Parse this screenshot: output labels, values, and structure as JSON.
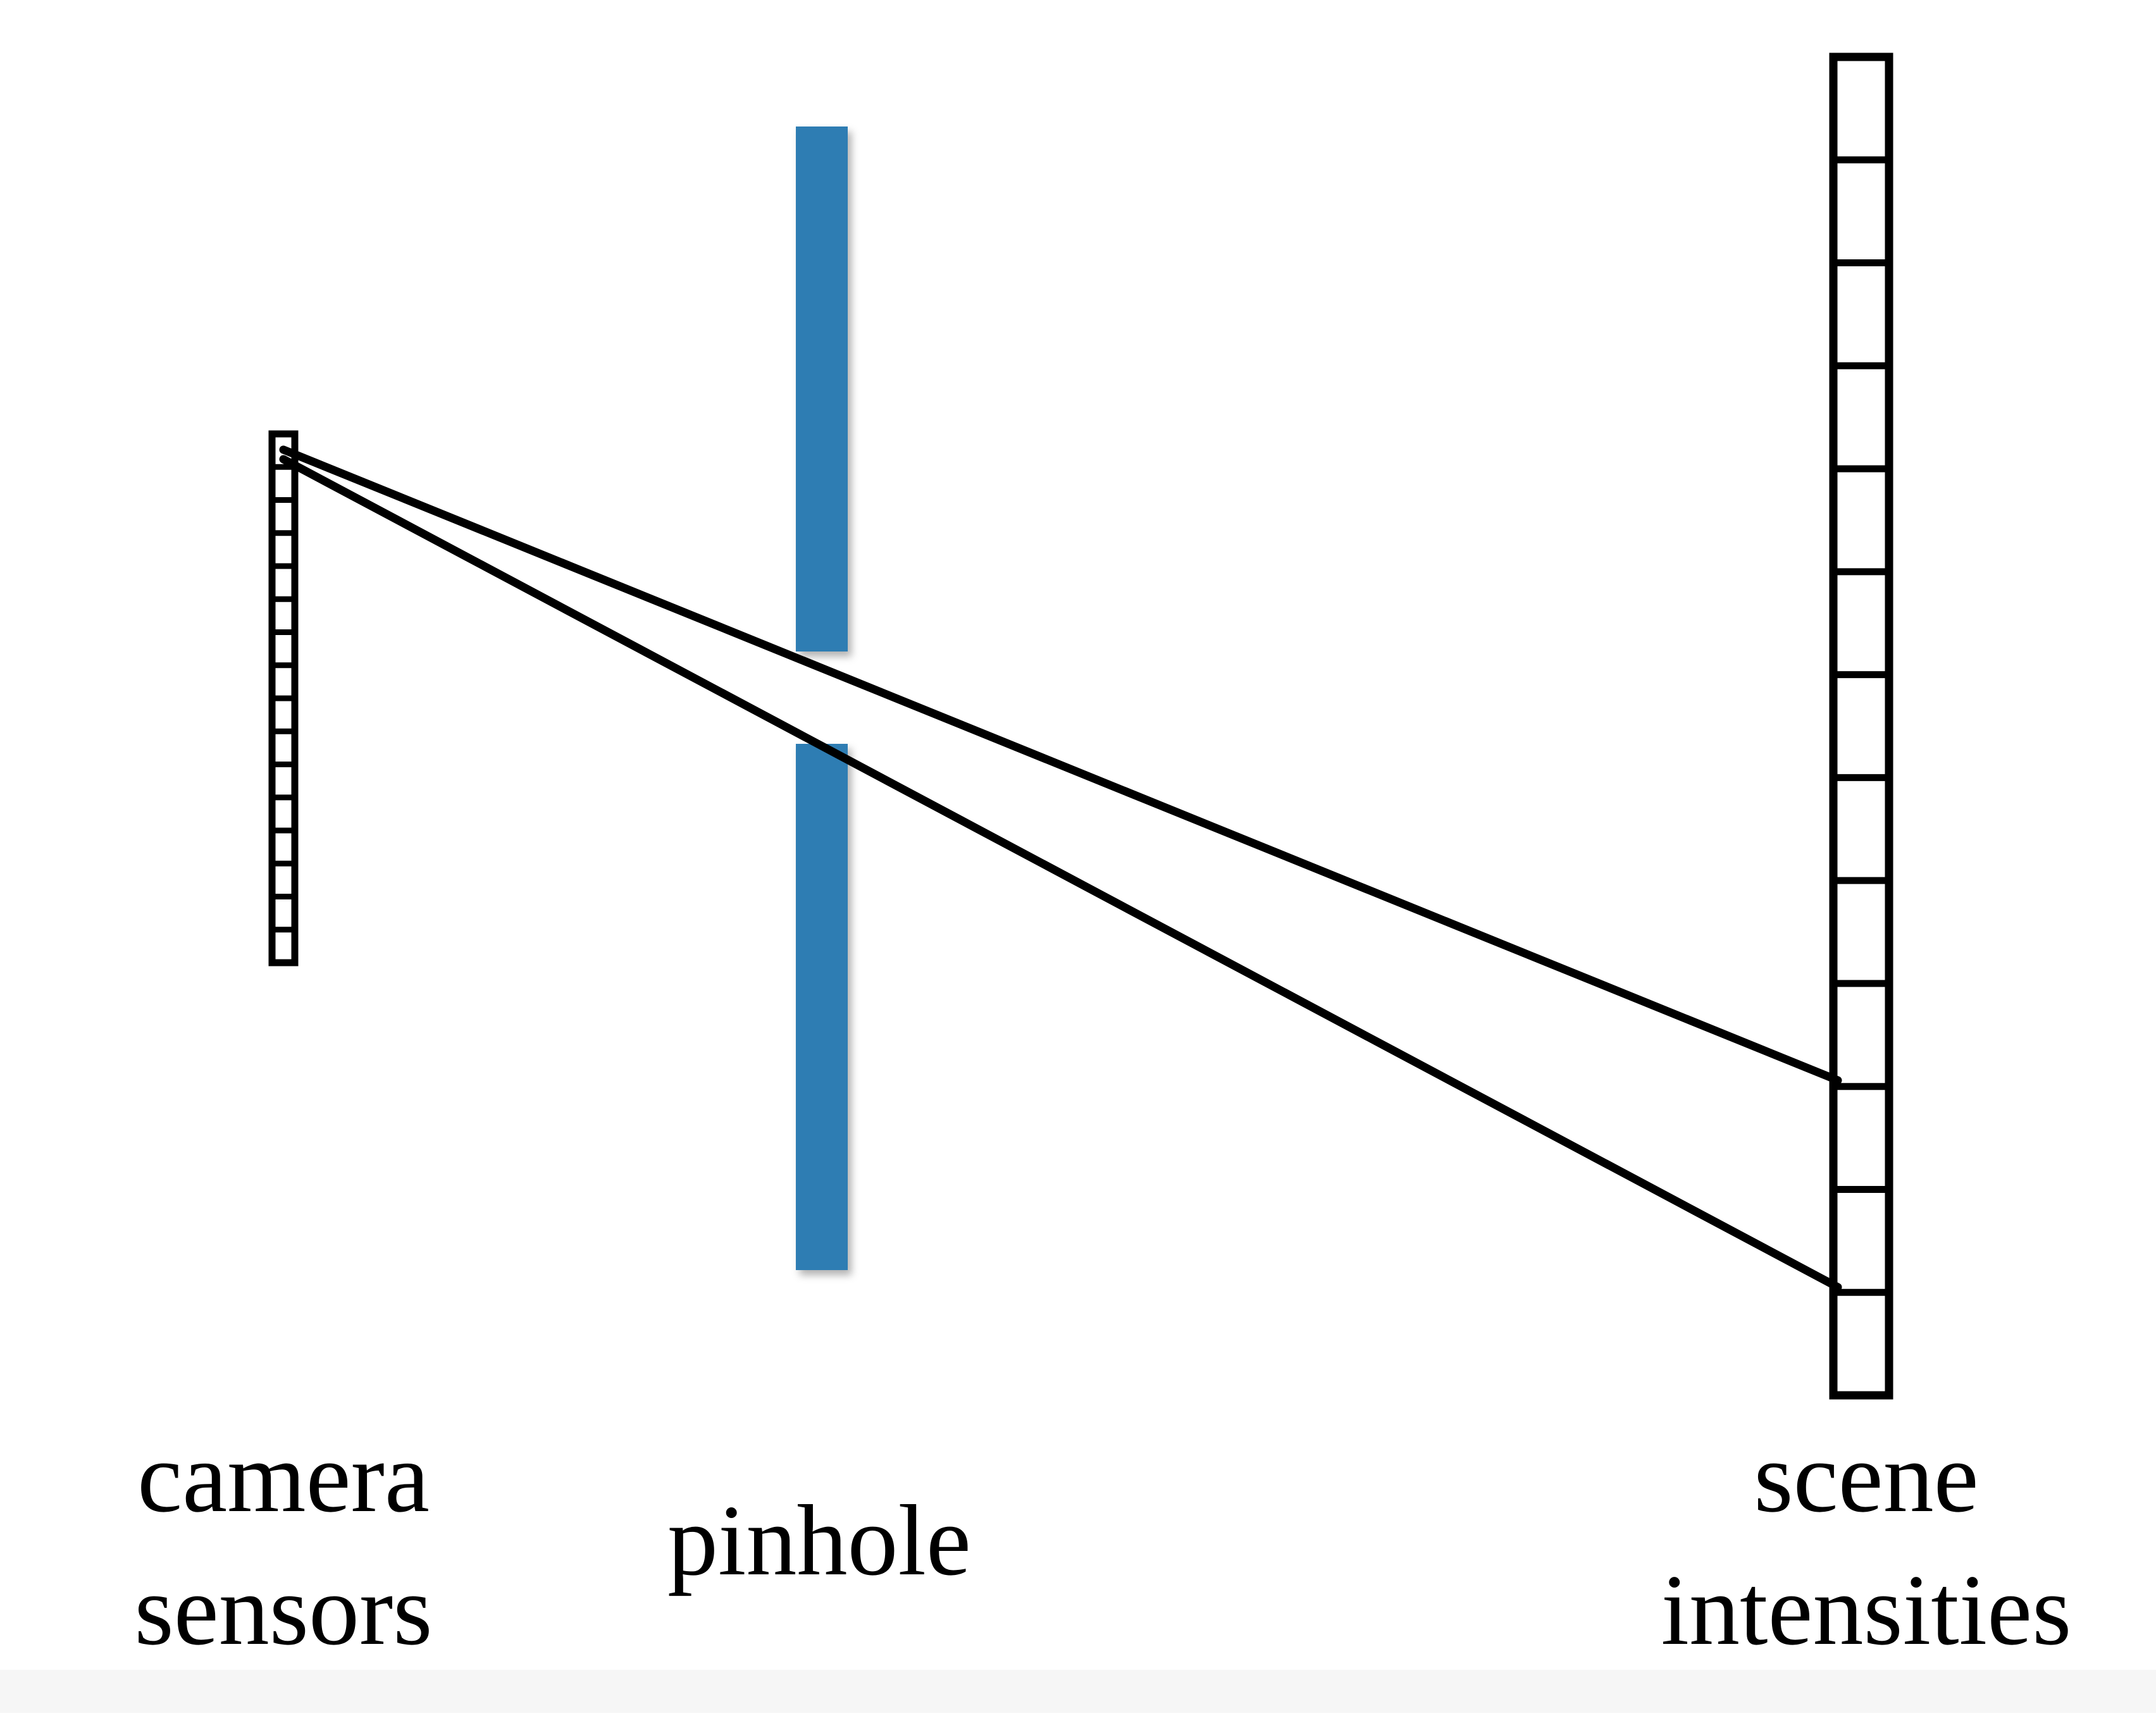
{
  "labels": {
    "camera_sensors": {
      "line1": "camera",
      "line2": "sensors"
    },
    "pinhole": "pinhole",
    "scene_intensities": {
      "line1": "scene",
      "line2": "intensities"
    }
  },
  "colors": {
    "barrier": "#2f7db3",
    "outline": "#000000",
    "background": "#ffffff"
  },
  "counts": {
    "sensor_cells": 16,
    "scene_cells": 13
  }
}
